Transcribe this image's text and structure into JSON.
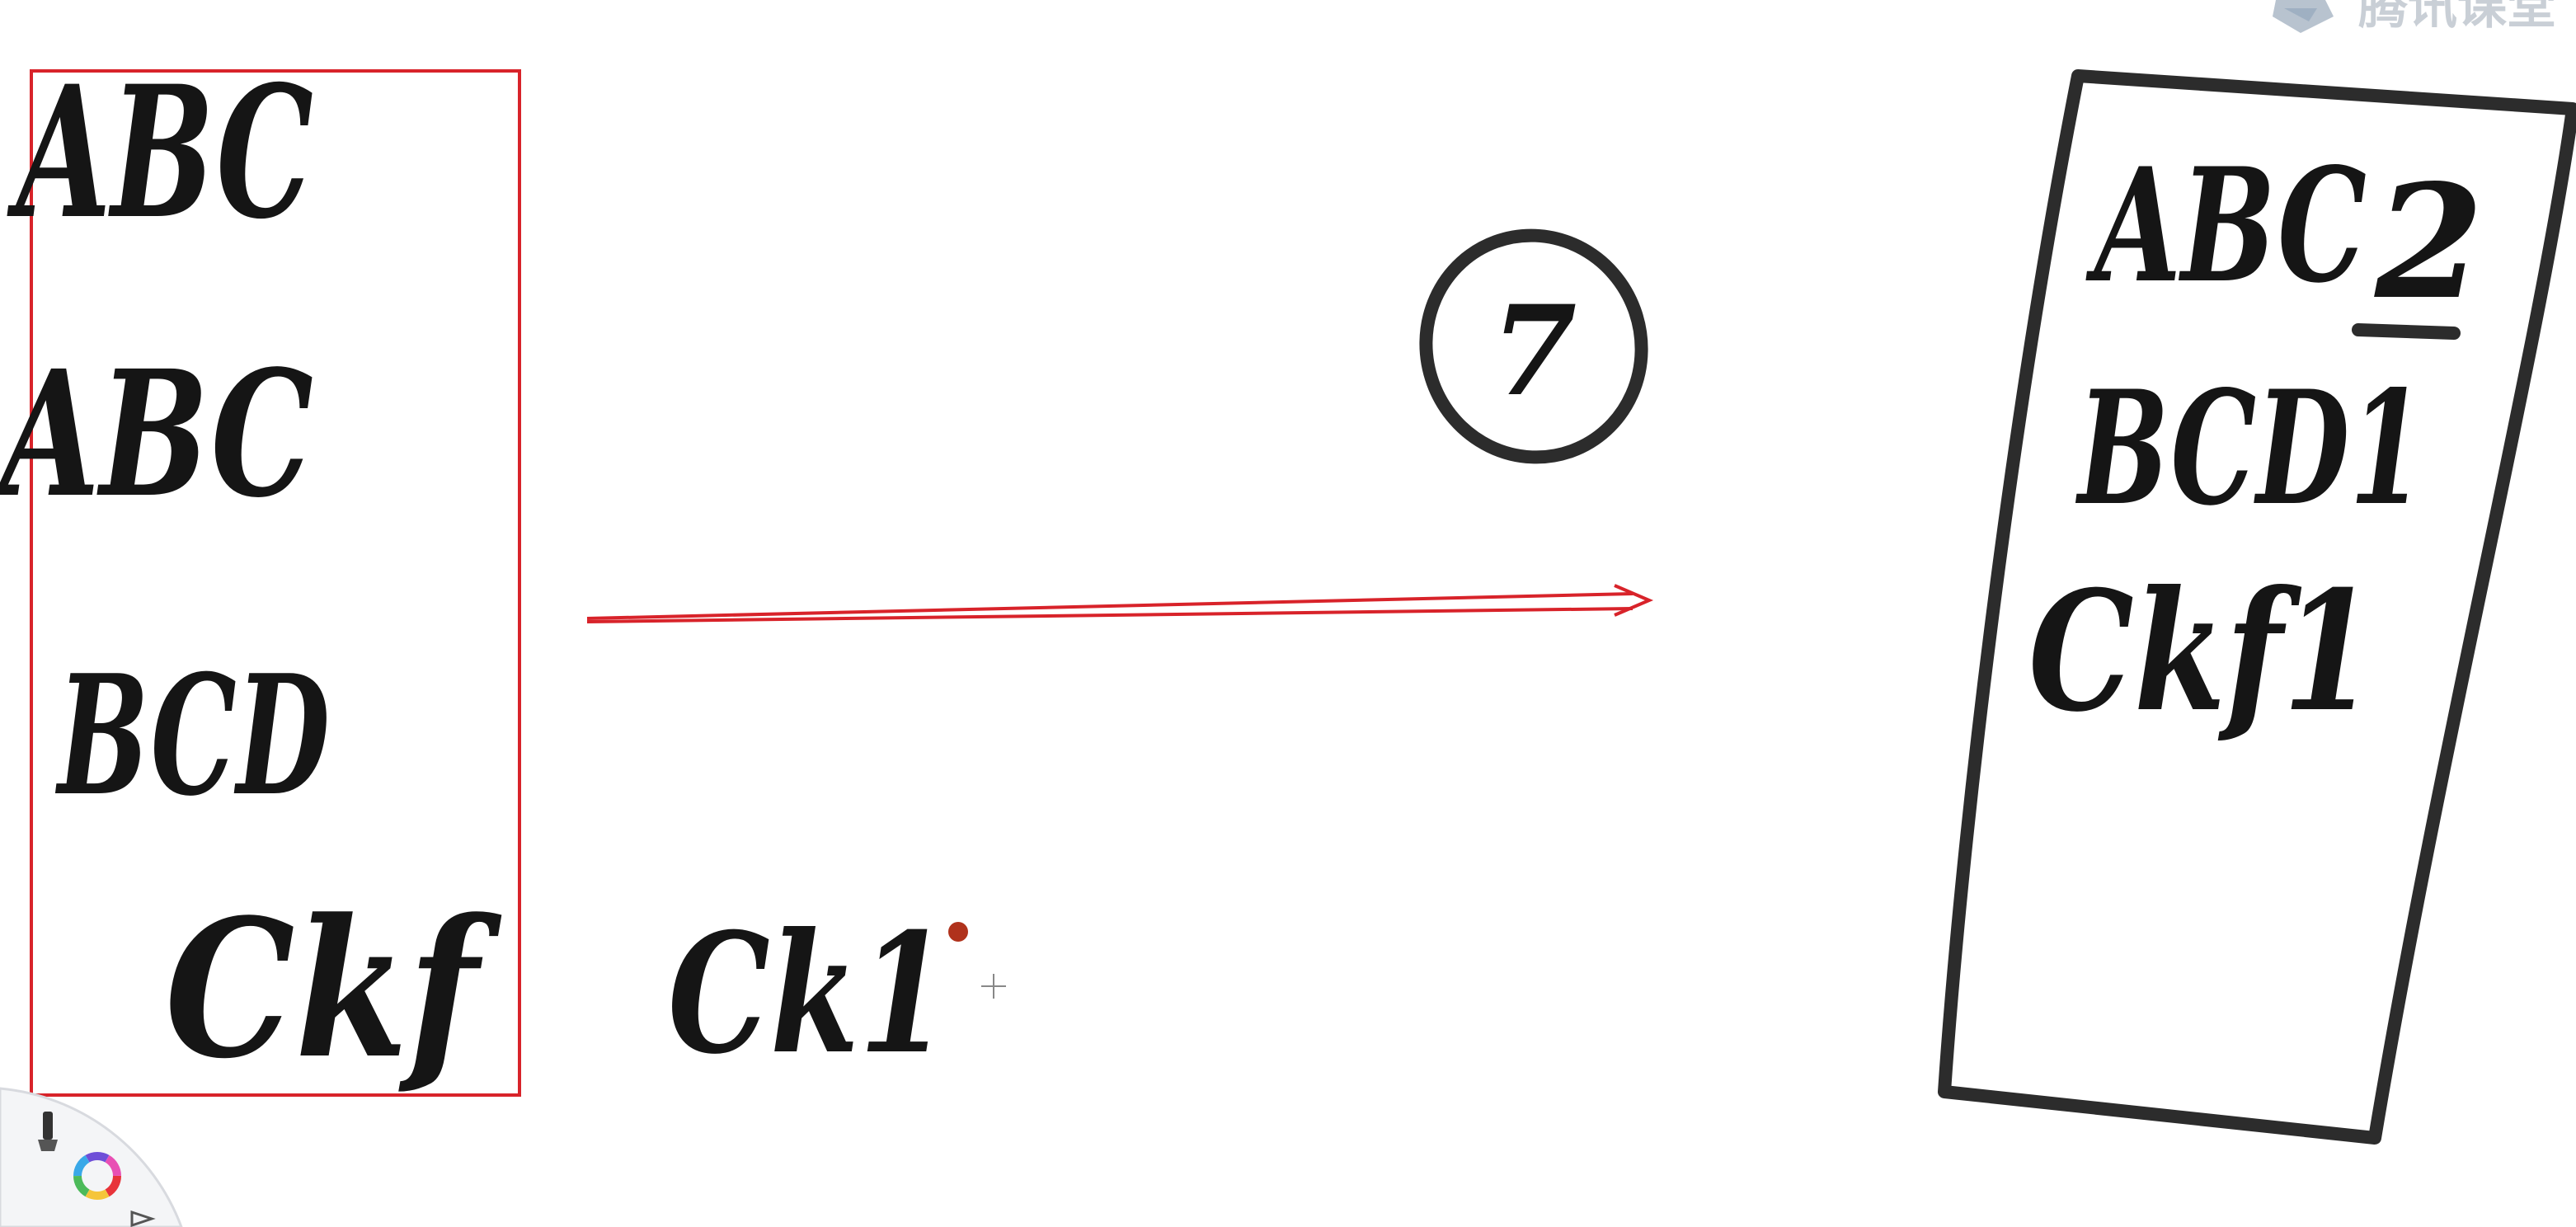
{
  "app": {
    "watermark_text": "腾讯课堂",
    "watermark_icon": "tencent-classroom-logo-icon"
  },
  "board": {
    "left_column": {
      "rows": [
        "ABC",
        "ABC",
        "BCD",
        "Ckf"
      ]
    },
    "middle_text": "Ck1",
    "circled_mark": "7",
    "right_box": {
      "rows": [
        "ABC",
        "BCD1",
        "Ckf1"
      ],
      "underlined_char": "2"
    }
  },
  "colors": {
    "selection_red": "#d8232a",
    "ink": "#1a1a1a",
    "pen_tip": "#b0321c"
  },
  "toolbar": {
    "tools": [
      "pen-tool-icon",
      "color-wheel-icon",
      "arrow-tool-icon"
    ]
  }
}
